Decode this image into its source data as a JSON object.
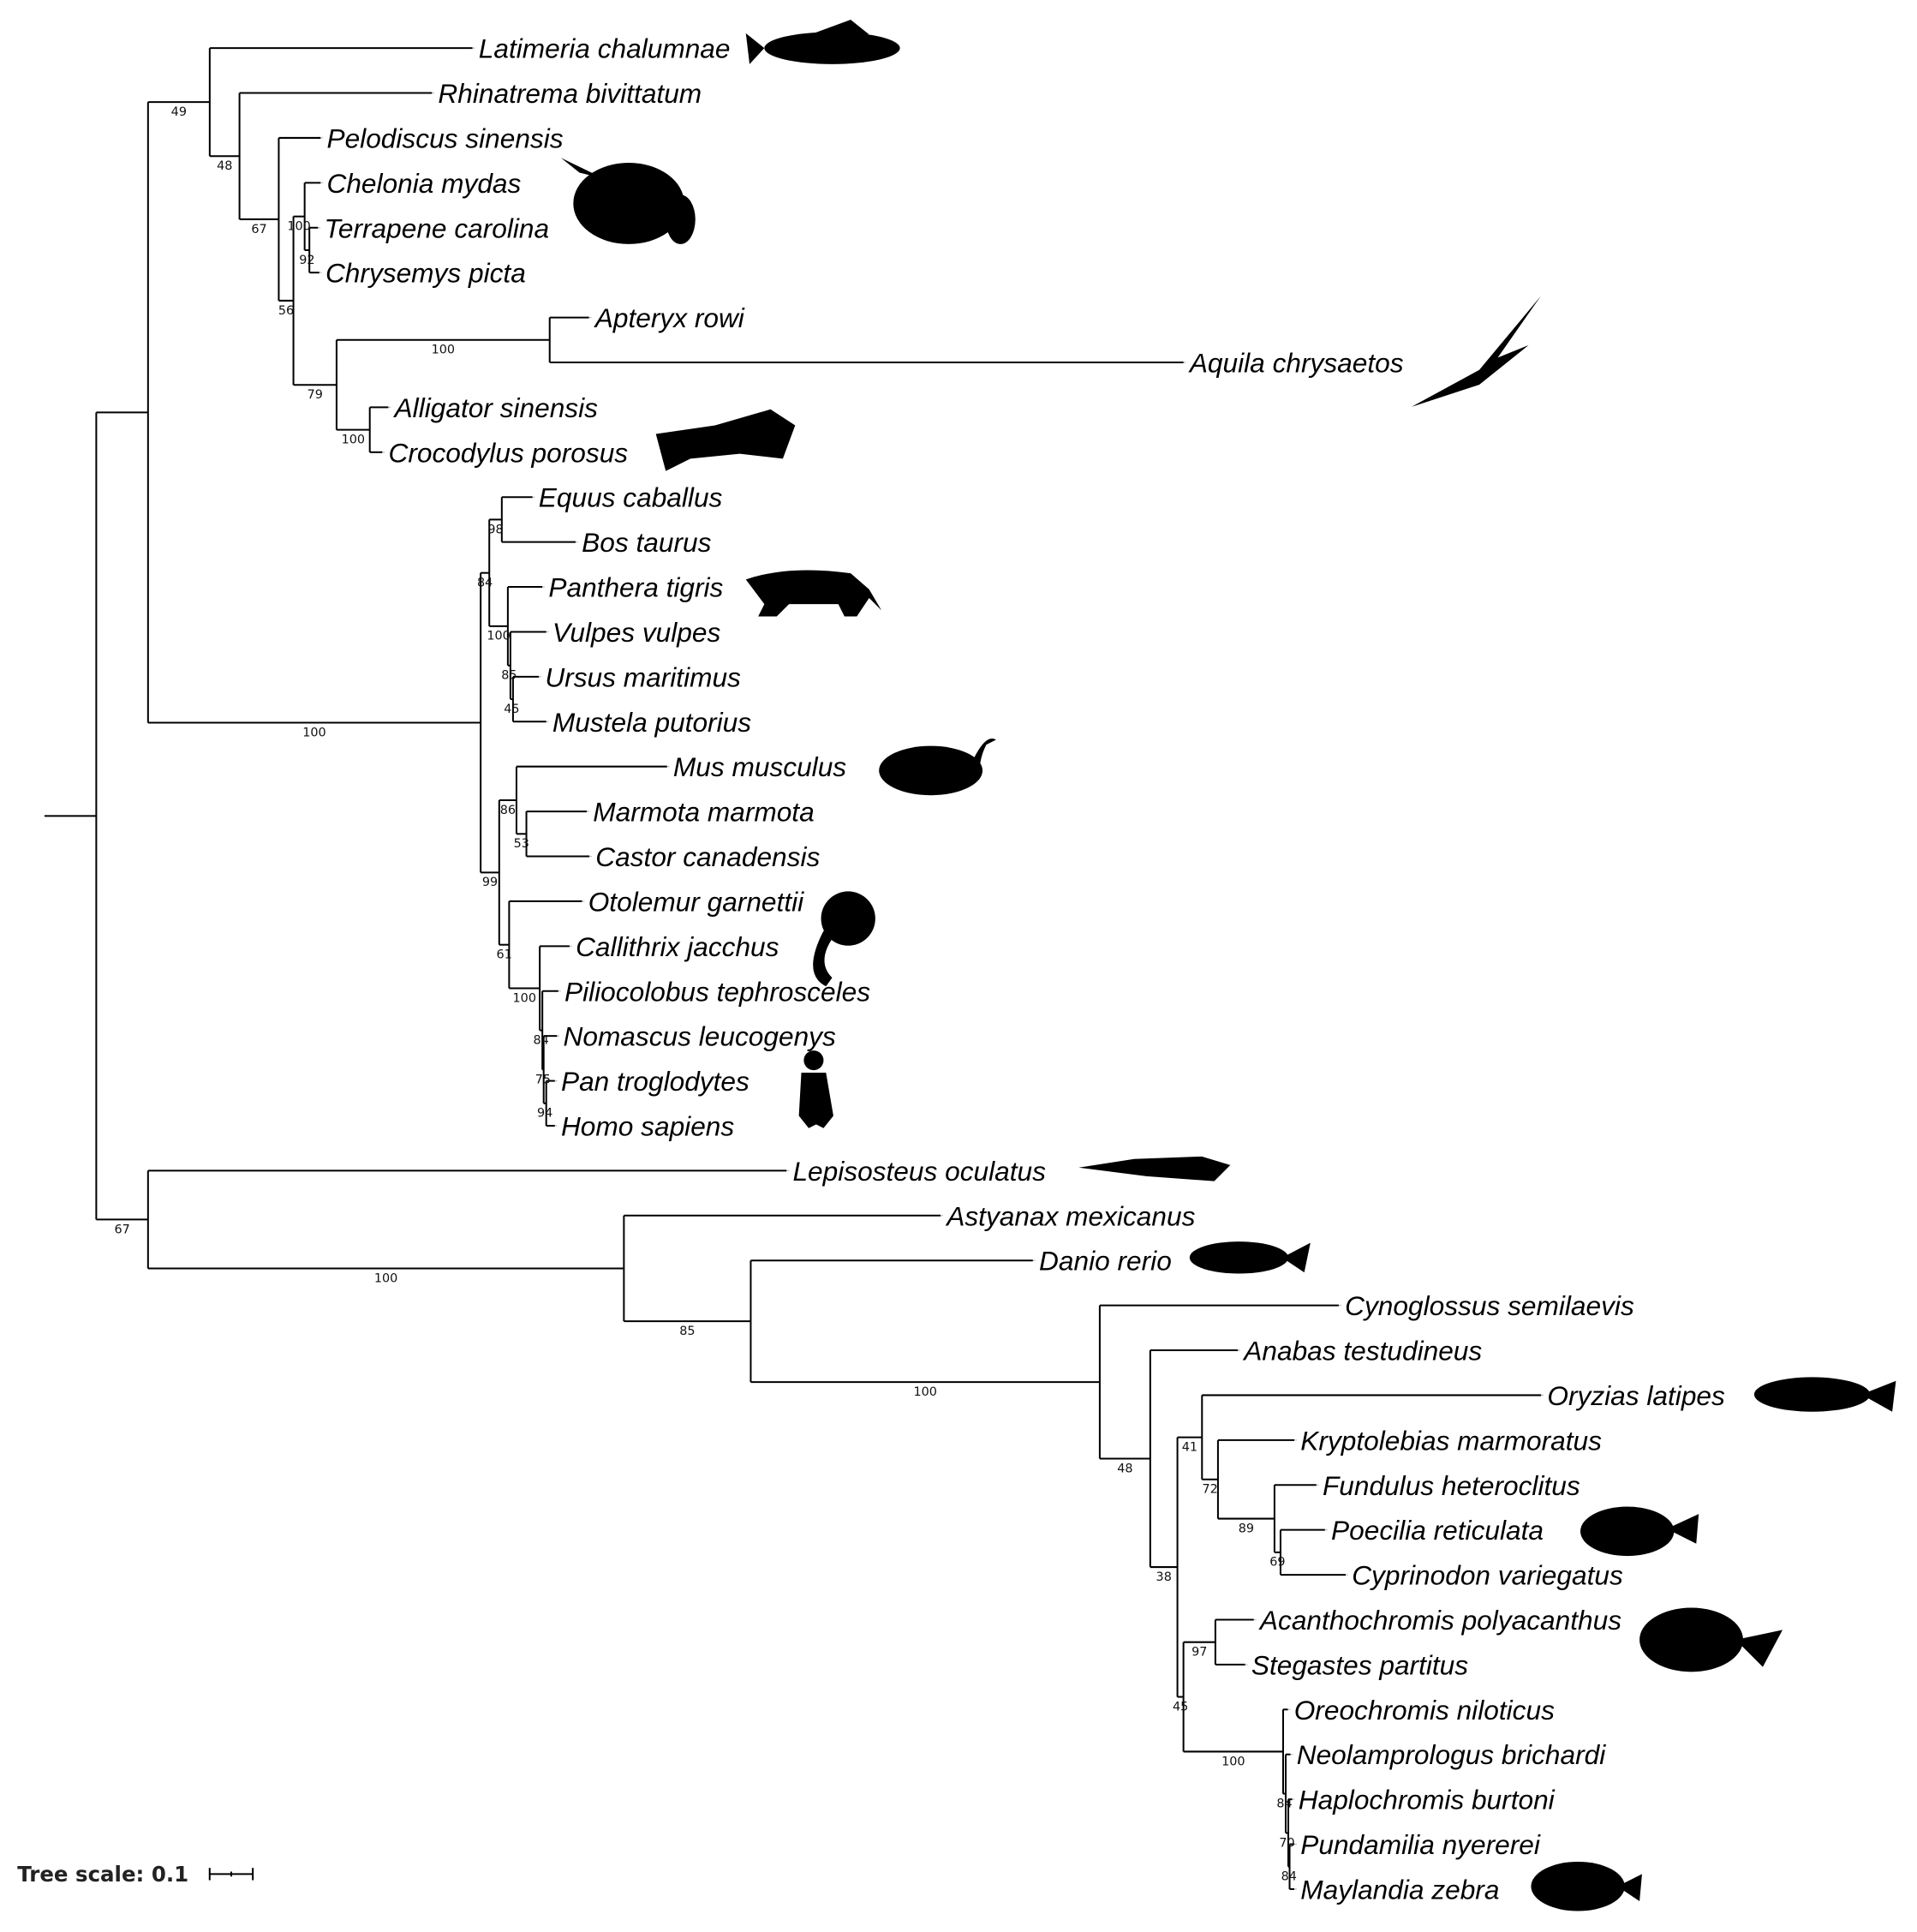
{
  "scale": {
    "label": "Tree scale: 0.1",
    "value": 0.1
  },
  "colors": {
    "branch": "#000000",
    "silhouette": "#000000"
  },
  "tree": {
    "length": 0.12,
    "children": [
      {
        "length": 0.12,
        "children": [
          {
            "length": 0.143,
            "support": "49",
            "children": [
              {
                "name": "Latimeria chalumnae",
                "length": 0.609
              },
              {
                "length": 0.069,
                "support": "48",
                "children": [
                  {
                    "name": "Rhinatrema bivittatum",
                    "length": 0.446
                  },
                  {
                    "length": 0.091,
                    "support": "67",
                    "children": [
                      {
                        "name": "Pelodiscus sinensis",
                        "length": 0.097
                      },
                      {
                        "length": 0.034,
                        "support": "56",
                        "children": [
                          {
                            "length": 0.026,
                            "support": "100",
                            "children": [
                              {
                                "name": "Chelonia mydas",
                                "length": 0.037
                              },
                              {
                                "length": 0.011,
                                "support": "92",
                                "children": [
                                  {
                                    "name": "Terrapene carolina",
                                    "length": 0.02
                                  },
                                  {
                                    "name": "Chrysemys picta",
                                    "length": 0.023
                                  }
                                ]
                              }
                            ]
                          },
                          {
                            "length": 0.1,
                            "support": "79",
                            "children": [
                              {
                                "length": 0.494,
                                "support": "100",
                                "children": [
                                  {
                                    "name": "Apteryx rowi",
                                    "length": 0.091
                                  },
                                  {
                                    "name": "Aquila chrysaetos",
                                    "length": 1.469
                                  }
                                ]
                              },
                              {
                                "length": 0.077,
                                "support": "100",
                                "children": [
                                  {
                                    "name": "Alligator sinensis",
                                    "length": 0.043
                                  },
                                  {
                                    "name": "Crocodylus porosus",
                                    "length": 0.029
                                  }
                                ]
                              }
                            ]
                          }
                        ]
                      }
                    ]
                  }
                ]
              }
            ]
          },
          {
            "length": 0.771,
            "support": "100",
            "children": [
              {
                "length": 0.02,
                "support": "84",
                "children": [
                  {
                    "length": 0.029,
                    "support": "98",
                    "children": [
                      {
                        "name": "Equus caballus",
                        "length": 0.071
                      },
                      {
                        "name": "Bos taurus",
                        "length": 0.171
                      }
                    ]
                  },
                  {
                    "length": 0.043,
                    "support": "100",
                    "children": [
                      {
                        "name": "Panthera tigris",
                        "length": 0.08
                      },
                      {
                        "length": 0.006,
                        "support": "85",
                        "children": [
                          {
                            "name": "Vulpes vulpes",
                            "length": 0.083
                          },
                          {
                            "length": 0.006,
                            "support": "45",
                            "children": [
                              {
                                "name": "Ursus maritimus",
                                "length": 0.06
                              },
                              {
                                "name": "Mustela putorius",
                                "length": 0.077
                              }
                            ]
                          }
                        ]
                      }
                    ]
                  }
                ]
              },
              {
                "length": 0.043,
                "support": "99",
                "children": [
                  {
                    "length": 0.04,
                    "support": "86",
                    "children": [
                      {
                        "name": "Mus musculus",
                        "length": 0.349
                      },
                      {
                        "length": 0.023,
                        "support": "53",
                        "children": [
                          {
                            "name": "Marmota marmota",
                            "length": 0.14
                          },
                          {
                            "name": "Castor canadensis",
                            "length": 0.146
                          }
                        ]
                      }
                    ]
                  },
                  {
                    "length": 0.023,
                    "support": "61",
                    "children": [
                      {
                        "name": "Otolemur garnettii",
                        "length": 0.169
                      },
                      {
                        "length": 0.071,
                        "support": "100",
                        "children": [
                          {
                            "name": "Callithrix jacchus",
                            "length": 0.069
                          },
                          {
                            "length": 0.006,
                            "support": "84",
                            "children": [
                              {
                                "name": "Piliocolobus tephrosceles",
                                "length": 0.037
                              },
                              {
                                "length": 0.003,
                                "support": "75",
                                "children": [
                                  {
                                    "name": "Nomascus leucogenys",
                                    "length": 0.031
                                  },
                                  {
                                    "length": 0.006,
                                    "support": "94",
                                    "children": [
                                      {
                                        "name": "Pan troglodytes",
                                        "length": 0.02
                                      },
                                      {
                                        "name": "Homo sapiens",
                                        "length": 0.02
                                      }
                                    ]
                                  }
                                ]
                              }
                            ]
                          }
                        ]
                      }
                    ]
                  }
                ]
              }
            ]
          }
        ]
      },
      {
        "length": 0.12,
        "support": "67",
        "children": [
          {
            "name": "Lepisosteus oculatus",
            "length": 1.48
          },
          {
            "length": 1.103,
            "support": "100",
            "children": [
              {
                "name": "Astyanax mexicanus",
                "length": 0.734
              },
              {
                "length": 0.294,
                "support": "85",
                "children": [
                  {
                    "name": "Danio rerio",
                    "length": 0.654
                  },
                  {
                    "length": 0.809,
                    "support": "100",
                    "children": [
                      {
                        "name": "Cynoglossus semilaevis",
                        "length": 0.554
                      },
                      {
                        "length": 0.117,
                        "support": "48",
                        "children": [
                          {
                            "name": "Anabas testudineus",
                            "length": 0.203
                          },
                          {
                            "length": 0.063,
                            "support": "38",
                            "children": [
                              {
                                "length": 0.057,
                                "support": "41",
                                "children": [
                                  {
                                    "name": "Oryzias latipes",
                                    "length": 0.786
                                  },
                                  {
                                    "length": 0.037,
                                    "support": "72",
                                    "children": [
                                      {
                                        "name": "Kryptolebias marmoratus",
                                        "length": 0.177
                                      },
                                      {
                                        "length": 0.131,
                                        "support": "89",
                                        "children": [
                                          {
                                            "name": "Fundulus heteroclitus",
                                            "length": 0.097
                                          },
                                          {
                                            "length": 0.014,
                                            "support": "69",
                                            "children": [
                                              {
                                                "name": "Poecilia reticulata",
                                                "length": 0.103
                                              },
                                              {
                                                "name": "Cyprinodon variegatus",
                                                "length": 0.151
                                              }
                                            ]
                                          }
                                        ]
                                      }
                                    ]
                                  }
                                ]
                              },
                              {
                                "length": 0.014,
                                "support": "45",
                                "children": [
                                  {
                                    "length": 0.074,
                                    "support": "97",
                                    "children": [
                                      {
                                        "name": "Acanthochromis polyacanthus",
                                        "length": 0.089
                                      },
                                      {
                                        "name": "Stegastes partitus",
                                        "length": 0.069
                                      }
                                    ]
                                  },
                                  {
                                    "length": 0.231,
                                    "support": "100",
                                    "children": [
                                      {
                                        "name": "Oreochromis niloticus",
                                        "length": 0.011
                                      },
                                      {
                                        "length": 0.006,
                                        "support": "84",
                                        "children": [
                                          {
                                            "name": "Neolamprologus brichardi",
                                            "length": 0.011
                                          },
                                          {
                                            "length": 0.006,
                                            "support": "70",
                                            "children": [
                                              {
                                                "name": "Haplochromis burtoni",
                                                "length": 0.009
                                              },
                                              {
                                                "length": 0.003,
                                                "support": "84",
                                                "children": [
                                                  {
                                                    "name": "Pundamilia nyererei",
                                                    "length": 0.011
                                                  },
                                                  {
                                                    "name": "Maylandia zebra",
                                                    "length": 0.011
                                                  }
                                                ]
                                              }
                                            ]
                                          }
                                        ]
                                      }
                                    ]
                                  }
                                ]
                              }
                            ]
                          }
                        ]
                      }
                    ]
                  }
                ]
              }
            ]
          }
        ]
      }
    ]
  },
  "silhouettes": [
    "coelacanth-icon",
    "turtle-icon",
    "eagle-icon",
    "crocodile-icon",
    "tiger-icon",
    "rodent-icon",
    "lemur-icon",
    "human-icon",
    "gar-icon",
    "zebrafish-icon",
    "medaka-icon",
    "guppy-icon",
    "damselfish-icon",
    "cichlid-icon"
  ]
}
